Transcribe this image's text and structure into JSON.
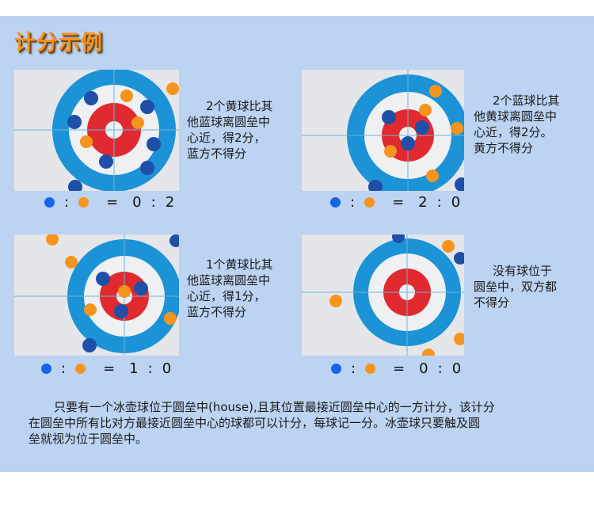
{
  "header": {
    "title": "计分示例"
  },
  "colors": {
    "section_bg": "#bcd3f2",
    "title_orange": "#f7931e",
    "blue_team": "#1565e8",
    "orange_team": "#f7941d",
    "house_blue": "#1b93d6",
    "house_red": "#e12a2f",
    "sheet": "#e4e6ea"
  },
  "examples": [
    {
      "description_lines": [
        "2个黄球比其",
        "他蓝球离圆垒中",
        "心近，得2分，",
        "蓝方不得分"
      ],
      "score": {
        "blue": "0",
        "separator": ":",
        "orange": "2",
        "equals": "="
      }
    },
    {
      "description_lines": [
        "2个蓝球比其",
        "他黄球离圆垒中",
        "心近，得2分。",
        "黄方不得分"
      ],
      "score": {
        "blue": "2",
        "separator": ":",
        "orange": "0",
        "equals": "="
      }
    },
    {
      "description_lines": [
        "1个黄球比其",
        "他蓝球离圆垒中",
        "心近，得1分，",
        "蓝方不得分"
      ],
      "score": {
        "blue": "1",
        "separator": ":",
        "orange": "0",
        "equals": "="
      }
    },
    {
      "description_lines": [
        "没有球位于",
        "圆垒中，双方都",
        "不得分"
      ],
      "score": {
        "blue": "0",
        "separator": ":",
        "orange": "0",
        "equals": "="
      }
    }
  ],
  "rule_text": {
    "line1": "只要有一个冰壶球位于圆垒中(house),且其位置最接近圆垒中心的一方计分，该计分",
    "line2": "在圆垒中所有比对方最接近圆垒中心的球都可以计分，每球记一分。冰壶球只要触及圆",
    "line3": "垒就视为位于圆垒中。"
  }
}
